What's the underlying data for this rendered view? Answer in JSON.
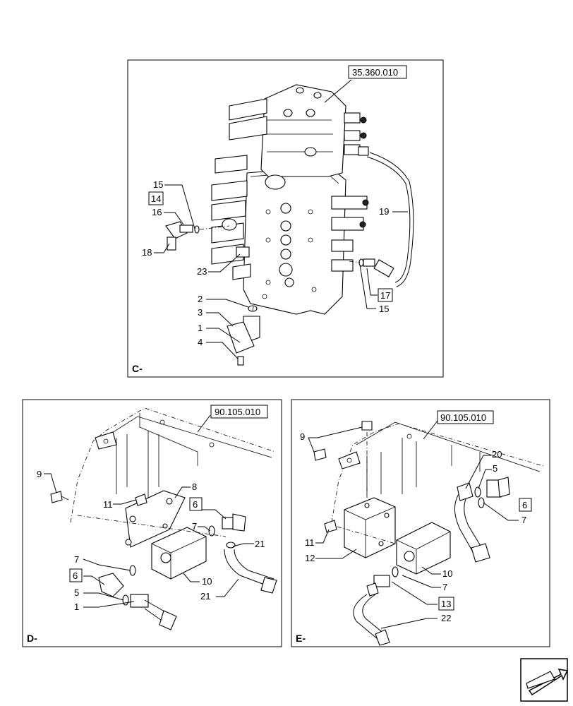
{
  "panel_c": {
    "section": "C-",
    "ref": "35.360.010",
    "callouts": [
      "15",
      "14",
      "16",
      "18",
      "23",
      "2",
      "3",
      "1",
      "4",
      "19",
      "17",
      "15"
    ]
  },
  "panel_d": {
    "section": "D-",
    "ref": "90.105.010",
    "callouts": [
      "9",
      "11",
      "8",
      "6",
      "7",
      "21",
      "7",
      "6",
      "5",
      "1",
      "10",
      "21"
    ]
  },
  "panel_e": {
    "section": "E-",
    "ref": "90.105.010",
    "callouts": [
      "9",
      "20",
      "5",
      "6",
      "7",
      "11",
      "12",
      "10",
      "7",
      "13",
      "22"
    ]
  },
  "nav": {
    "icon": "next-page-arrow-icon"
  }
}
